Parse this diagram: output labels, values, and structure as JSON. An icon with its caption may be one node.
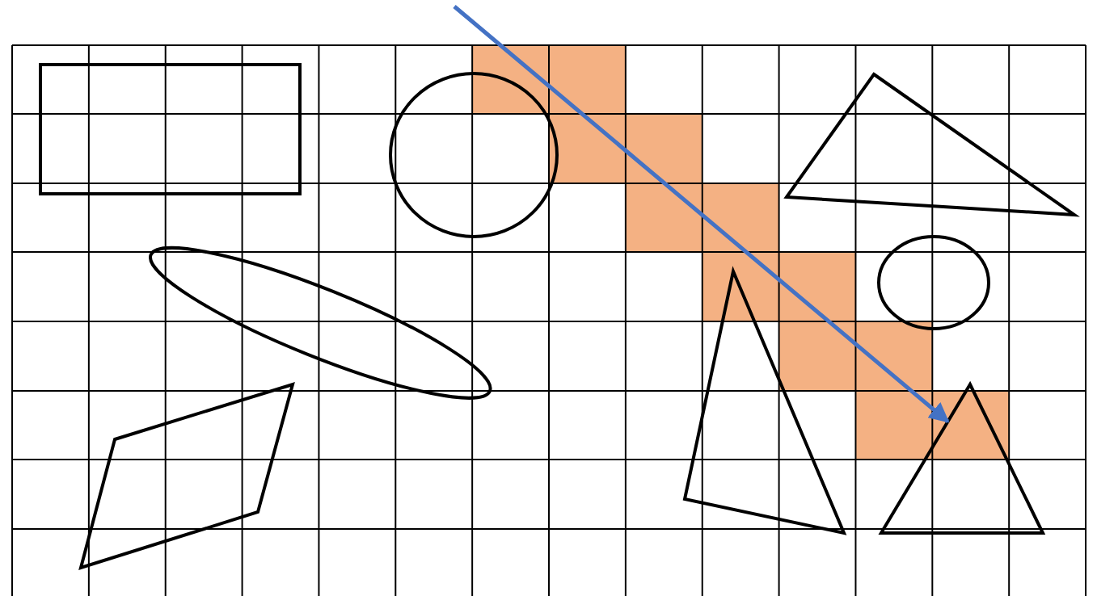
{
  "diagram": {
    "nodes": [
      {
        "text": [],
        "shape": "box"
      },
      {
        "text": [],
        "shape": "circle"
      },
      {
        "text": [],
        "shape": "triangle"
      },
      {
        "text": [],
        "shape": "ellipse"
      },
      {
        "text": [],
        "shape": "circle"
      },
      {
        "text": [],
        "shape": "triangle"
      },
      {
        "text": [],
        "shape": "parallelogram"
      },
      {
        "text": [],
        "shape": "triangle"
      }
    ],
    "edges": [
      {
        "from": null,
        "to": 7,
        "arrow": "to",
        "color": "#4472c4"
      }
    ]
  }
}
